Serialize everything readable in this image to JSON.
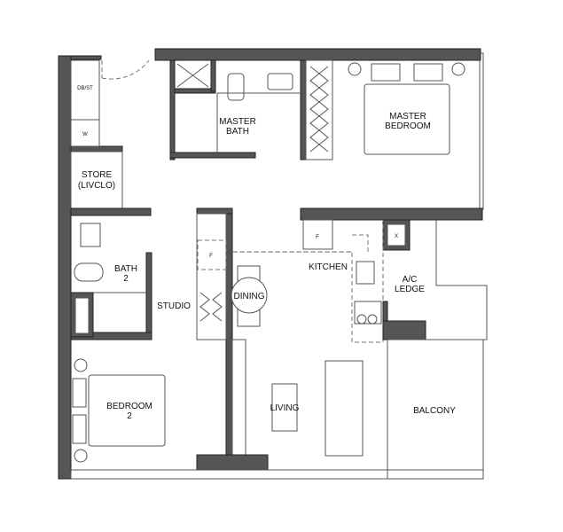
{
  "rooms": {
    "db_st": "DB/ST",
    "w": "W",
    "store_line1": "STORE",
    "store_line2": "(LIVCLO)",
    "master_bath_line1": "MASTER",
    "master_bath_line2": "BATH",
    "master_bedroom_line1": "MASTER",
    "master_bedroom_line2": "BEDROOM",
    "bath2_line1": "BATH",
    "bath2_line2": "2",
    "studio": "STUDIO",
    "dining": "DINING",
    "kitchen": "KITCHEN",
    "ac_ledge_line1": "A/C",
    "ac_ledge_line2": "LEDGE",
    "bedroom2_line1": "BEDROOM",
    "bedroom2_line2": "2",
    "living": "LIVING",
    "balcony": "BALCONY"
  },
  "fixtures": {
    "fridge_kitchen": "F",
    "fridge_studio": "F",
    "vent": "X"
  },
  "colors": {
    "wall": "#555555",
    "line": "#555555"
  }
}
